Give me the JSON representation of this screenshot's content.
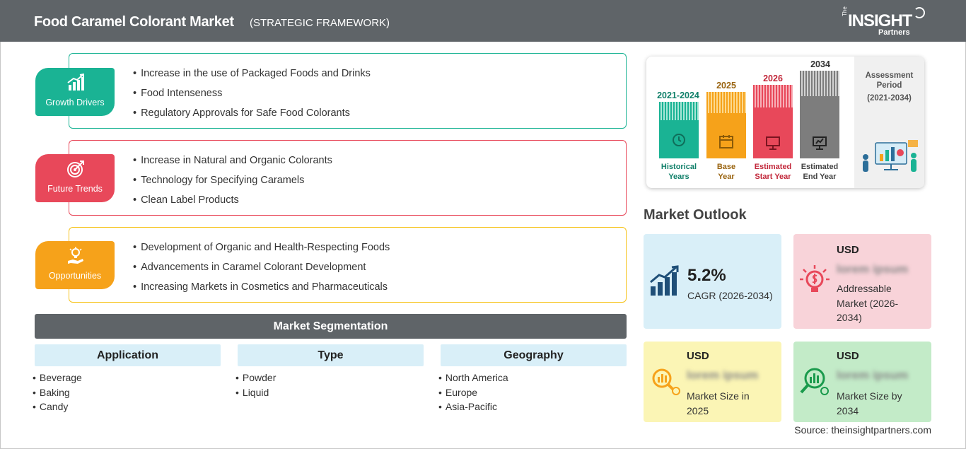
{
  "header": {
    "title": "Food Caramel Colorant Market",
    "subtitle": "(STRATEGIC FRAMEWORK)",
    "logo": {
      "the": "The",
      "insight": "INSIGHT",
      "partners": "Partners"
    }
  },
  "drivers": [
    {
      "label": "Growth Drivers",
      "color": "#1ab394",
      "icon": "growth-chart-icon",
      "items": [
        "Increase in the use of Packaged Foods and Drinks",
        "Food Intenseness",
        "Regulatory Approvals for Safe Food Colorants"
      ]
    },
    {
      "label": "Future Trends",
      "color": "#e8485a",
      "icon": "target-icon",
      "items": [
        "Increase in Natural and Organic Colorants",
        "Technology for Specifying Caramels",
        "Clean Label Products"
      ]
    },
    {
      "label": "Opportunities",
      "color": "#f6a21a",
      "icon": "lightbulb-hand-icon",
      "items": [
        "Development of Organic and Health-Respecting Foods",
        "Advancements in Caramel Colorant Development",
        "Increasing Markets in Cosmetics and Pharmaceuticals"
      ]
    }
  ],
  "segmentation": {
    "title": "Market Segmentation",
    "columns": [
      {
        "head": "Application",
        "items": [
          "Beverage",
          "Baking",
          "Candy"
        ]
      },
      {
        "head": "Type",
        "items": [
          "Powder",
          "Liquid"
        ]
      },
      {
        "head": "Geography",
        "items": [
          "North America",
          "Europe",
          "Asia-Pacific"
        ]
      }
    ]
  },
  "timeline": {
    "bars": [
      {
        "year": "2021-2024",
        "caption_1": "Historical",
        "caption_2": "Years",
        "color": "#1ab394",
        "year_color": "#11806a",
        "icon": "history-icon"
      },
      {
        "year": "2025",
        "caption_1": "Base",
        "caption_2": "Year",
        "color": "#f6a21a",
        "year_color": "#9a6410",
        "icon": "calendar-icon"
      },
      {
        "year": "2026",
        "caption_1": "Estimated",
        "caption_2": "Start Year",
        "color": "#e8485a",
        "year_color": "#c2273a",
        "icon": "presentation-icon"
      },
      {
        "year": "2034",
        "caption_1": "Estimated",
        "caption_2": "End Year",
        "color": "#7d7d7d",
        "year_color": "#333333",
        "icon": "monitor-chart-icon"
      }
    ],
    "assessment_title": "Assessment Period",
    "assessment_period": "(2021-2034)"
  },
  "outlook": {
    "title": "Market Outlook",
    "cagr_value": "5.2%",
    "cagr_label": "CAGR (2026-2034)",
    "addressable_usd": "USD",
    "addressable_value": "lorem ipsum",
    "addressable_label": "Addressable Market (2026-2034)",
    "size2025_usd": "USD",
    "size2025_value": "lorem ipsum",
    "size2025_label": "Market Size in 2025",
    "size2034_usd": "USD",
    "size2034_value": "lorem ipsum",
    "size2034_label": "Market Size by 2034"
  },
  "source": "Source: theinsightpartners.com"
}
